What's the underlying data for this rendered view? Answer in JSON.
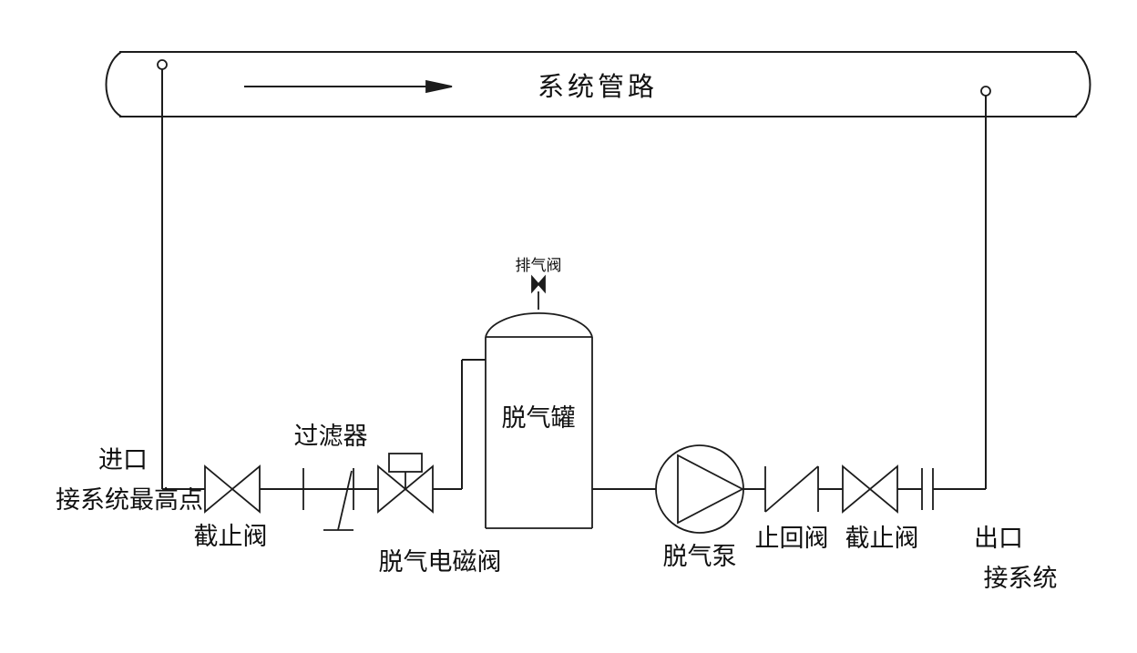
{
  "diagram": {
    "pipeline_label": "系统管路",
    "inlet": {
      "line1": "进口",
      "line2": "接系统最高点"
    },
    "components": {
      "stop_valve_inlet": "截止阀",
      "filter": "过滤器",
      "solenoid_valve": "脱气电磁阀",
      "degas_tank": "脱气罐",
      "exhaust_valve": "排气阀",
      "degas_pump": "脱气泵",
      "check_valve": "止回阀",
      "stop_valve_outlet": "截止阀"
    },
    "outlet": {
      "line1": "出口",
      "line2": "接系统"
    }
  }
}
